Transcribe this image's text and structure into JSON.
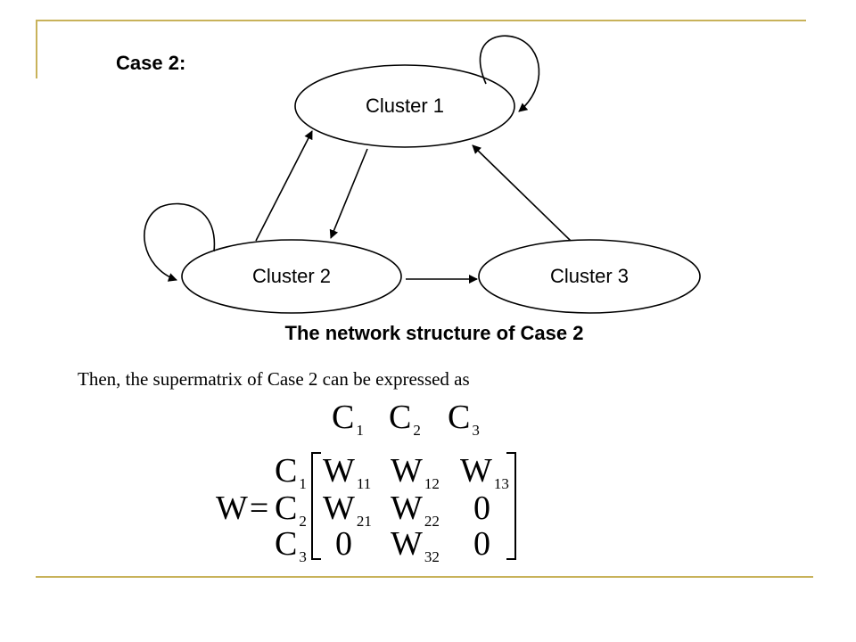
{
  "slide": {
    "case_title": "Case 2:",
    "nodes": [
      {
        "id": "cluster-1",
        "label": "Cluster 1"
      },
      {
        "id": "cluster-2",
        "label": "Cluster 2"
      },
      {
        "id": "cluster-3",
        "label": "Cluster 3"
      }
    ],
    "edges": [
      {
        "from": "Cluster 1",
        "to": "Cluster 1"
      },
      {
        "from": "Cluster 2",
        "to": "Cluster 2"
      },
      {
        "from": "Cluster 1",
        "to": "Cluster 2"
      },
      {
        "from": "Cluster 2",
        "to": "Cluster 1"
      },
      {
        "from": "Cluster 2",
        "to": "Cluster 3"
      },
      {
        "from": "Cluster 3",
        "to": "Cluster 1"
      }
    ],
    "diagram_caption": "The network structure of Case 2",
    "intro_text": "Then, the supermatrix of Case 2 can be expressed as",
    "colors": {
      "rule": "#c8b25a",
      "ink": "#000000"
    }
  },
  "matrix": {
    "name": "W",
    "equals": "=",
    "column_headers": [
      {
        "base": "C",
        "sub": "1"
      },
      {
        "base": "C",
        "sub": "2"
      },
      {
        "base": "C",
        "sub": "3"
      }
    ],
    "row_headers": [
      {
        "base": "C",
        "sub": "1"
      },
      {
        "base": "C",
        "sub": "2"
      },
      {
        "base": "C",
        "sub": "3"
      }
    ],
    "cells": [
      [
        {
          "base": "W",
          "sub": "11"
        },
        {
          "base": "W",
          "sub": "12"
        },
        {
          "base": "W",
          "sub": "13"
        }
      ],
      [
        {
          "base": "W",
          "sub": "21"
        },
        {
          "base": "W",
          "sub": "22"
        },
        {
          "base": "0",
          "sub": ""
        }
      ],
      [
        {
          "base": "0",
          "sub": ""
        },
        {
          "base": "W",
          "sub": "32"
        },
        {
          "base": "0",
          "sub": ""
        }
      ]
    ]
  }
}
